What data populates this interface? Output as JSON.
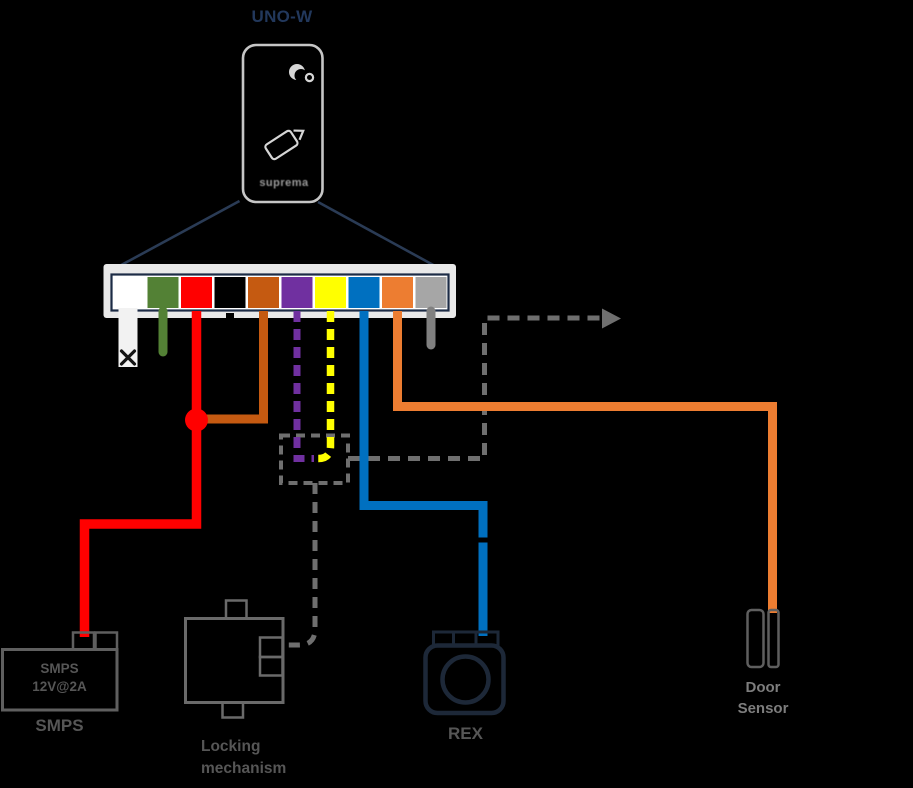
{
  "device": {
    "title": "UNO-W",
    "brand_text": "suprema",
    "icons": {
      "logo": "suprema-logo",
      "reader": "card-tap",
      "terminator": "x-mark",
      "continuation": "arrow-right"
    }
  },
  "connector": {
    "blocks": [
      {
        "name": "white",
        "hex": "#ffffff"
      },
      {
        "name": "green",
        "hex": "#538135"
      },
      {
        "name": "red",
        "hex": "#ff0000"
      },
      {
        "name": "black",
        "hex": "#000000"
      },
      {
        "name": "brown",
        "hex": "#c55a11"
      },
      {
        "name": "purple",
        "hex": "#7030a0"
      },
      {
        "name": "yellow",
        "hex": "#ffff00"
      },
      {
        "name": "blue",
        "hex": "#0070c0"
      },
      {
        "name": "orange",
        "hex": "#ed7d31"
      },
      {
        "name": "gray",
        "hex": "#a6a6a6"
      }
    ]
  },
  "components": {
    "smps": {
      "label_line1": "SMPS",
      "label_line2": "12V@2A",
      "caption": "SMPS"
    },
    "locking_mechanism": {
      "caption_line1": "Locking",
      "caption_line2": "mechanism"
    },
    "rex": {
      "caption": "REX"
    },
    "door_sensor": {
      "caption_line1": "Door",
      "caption_line2": "Sensor"
    }
  },
  "colors": {
    "background": "#000000",
    "navy_text": "#22385c",
    "navy_line": "#2a3b55",
    "strip_border": "#1c2b45",
    "strip_bg": "#e9e9e9",
    "strip_inner_bg": "#ffffff",
    "device_outline": "#c6c6c6",
    "device_icon": "#d6d6d6",
    "brand_gray": "#9b9b9b",
    "label_gray": "#565656",
    "door_label_gray": "#7d7d7d",
    "component_gray": "#5f5f5f",
    "lock_gray": "#6a6a6a",
    "rex_navy": "#1d2838",
    "dashed_gray": "#6f6f6f",
    "x_mark": "#141414",
    "white_wire": "#f2f2f2",
    "gray_wire": "#808080"
  }
}
